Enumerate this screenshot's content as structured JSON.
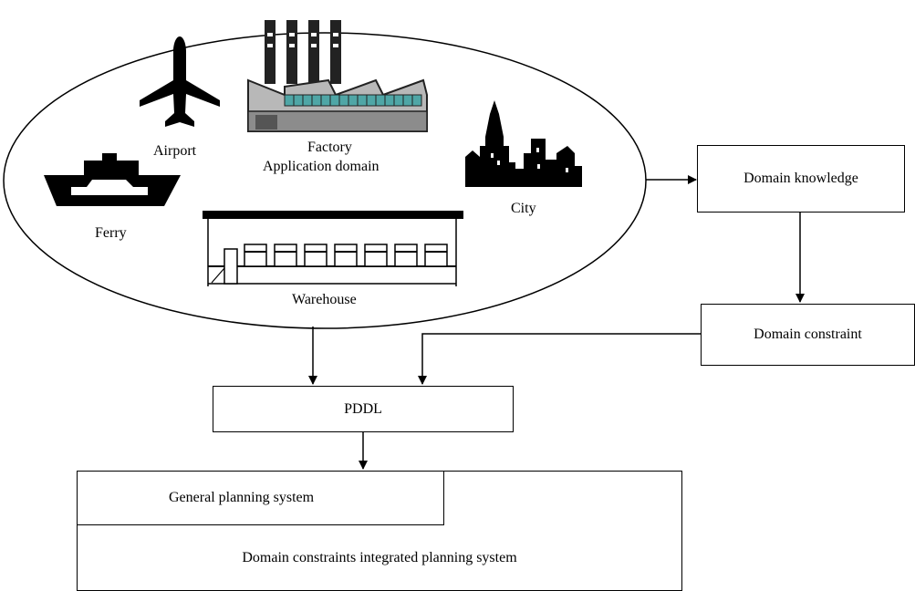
{
  "domain_items": {
    "airport_label": "Airport",
    "factory_label": "Factory",
    "application_domain_label": "Application domain",
    "ferry_label": "Ferry",
    "city_label": "City",
    "warehouse_label": "Warehouse"
  },
  "boxes": {
    "domain_knowledge": "Domain knowledge",
    "domain_constraint": "Domain constraint",
    "pddl": "PDDL",
    "general_planning_system": "General planning system",
    "integrated_planning_system": "Domain constraints integrated planning system"
  },
  "icons": [
    "airplane-icon",
    "factory-icon",
    "ferry-icon",
    "city-skyline-icon",
    "warehouse-icon"
  ],
  "colors": {
    "line": "#000000",
    "factory_windows": "#4fa6a6",
    "factory_body": "#b8b8b8",
    "background": "#ffffff"
  }
}
